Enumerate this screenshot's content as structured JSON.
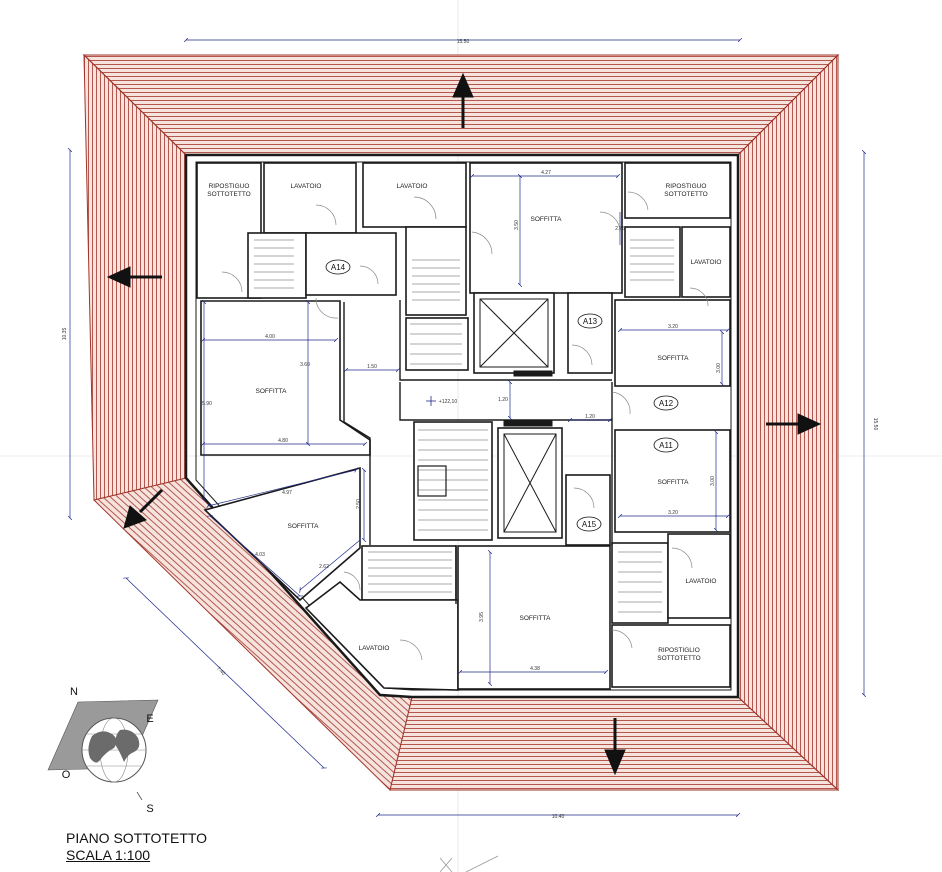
{
  "colors": {
    "roof": "#a0352a",
    "roof_fill": "#f7e3de",
    "wall": "#1a1a1a",
    "dimension": "#1f2a8a",
    "door": "#8a8a8a"
  },
  "rooms": {
    "ripostiglio_nw": [
      "RIPOSTIGUO",
      "SOTTOTETTO"
    ],
    "lavatoio_nw": "LAVATOIO",
    "lavatoio_n": "LAVATOIO",
    "soffitta_n": "SOFFITTA",
    "ripostiglio_ne": [
      "RIPOSTIGUO",
      "SOTTOTETTO"
    ],
    "lavatoio_ne": "LAVATOIO",
    "soffitta_w": "SOFFITTA",
    "soffitta_e1": "SOFFITTA",
    "soffitta_e2": "SOFFITTA",
    "soffitta_sw": "SOFFITTA",
    "lavatoio_sw": "LAVATOIO",
    "soffitta_s": "SOFFITTA",
    "lavatoio_se": "LAVATOIO",
    "ripostiglio_se": [
      "RIPOSTIGLIO",
      "SOTTOTETTO"
    ]
  },
  "units": {
    "a14": "A14",
    "a13": "A13",
    "a12": "A12",
    "a11": "A11",
    "a15": "A15"
  },
  "elevation": "+122,10",
  "dimensions": {
    "top_overall": "15.50",
    "bottom_overall": "10.40",
    "left_overall": "10.35",
    "right_overall": "15.50",
    "diag_overall": "7.40",
    "n_427": "4.27",
    "n_350": "3.50",
    "ne_275": "2.75",
    "w_400": "4.00",
    "w_360": "3.60",
    "w_590": "5.90",
    "w_480": "4.80",
    "c_150": "1.50",
    "c_120a": "1.20",
    "c_120b": "1.20",
    "e_320a": "3.20",
    "e_300a": "3.00",
    "e_300b": "3.00",
    "e_320b": "3.20",
    "sw_497": "4.97",
    "sw_250": "2.50",
    "sw_403": "4.03",
    "sw_262": "2.62",
    "s_395": "3.95",
    "s_438": "4.38"
  },
  "compass": {
    "n": "N",
    "e": "E",
    "o": "O",
    "s": "S"
  },
  "title": {
    "line1": "PIANO SOTTOTETTO",
    "line2": "SCALA 1:100"
  }
}
